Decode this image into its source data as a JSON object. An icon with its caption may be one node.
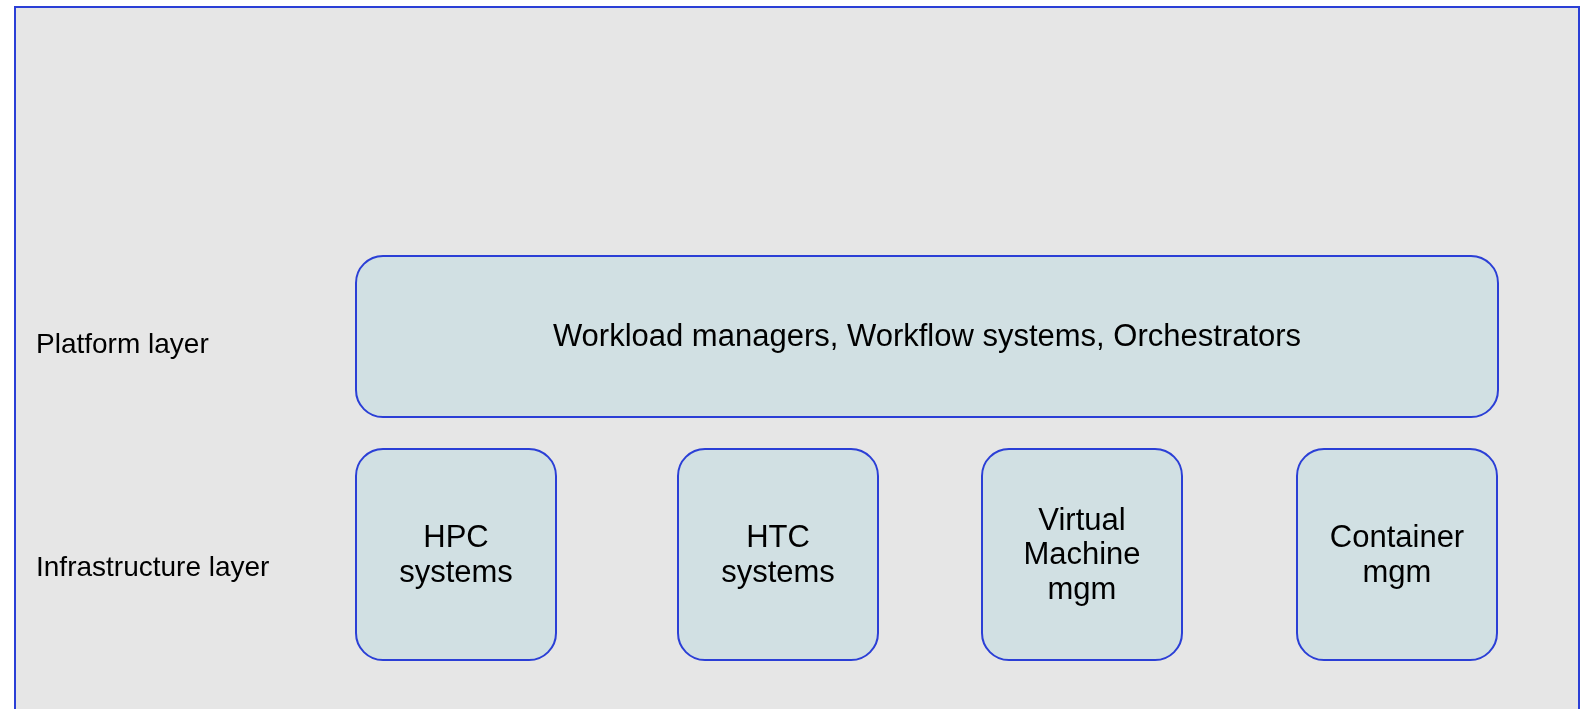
{
  "diagram": {
    "nodes": [
      {
        "text": [
          "Workload managers, Workflow systems, Orchestrators"
        ]
      },
      {
        "text": [
          "HPC systems"
        ]
      },
      {
        "text": [
          "HTC systems"
        ]
      },
      {
        "text": [
          "Virtual Machine mgm"
        ]
      },
      {
        "text": [
          "Container mgm"
        ]
      }
    ],
    "labels": [
      "Platform layer",
      "Infrastructure layer"
    ]
  }
}
